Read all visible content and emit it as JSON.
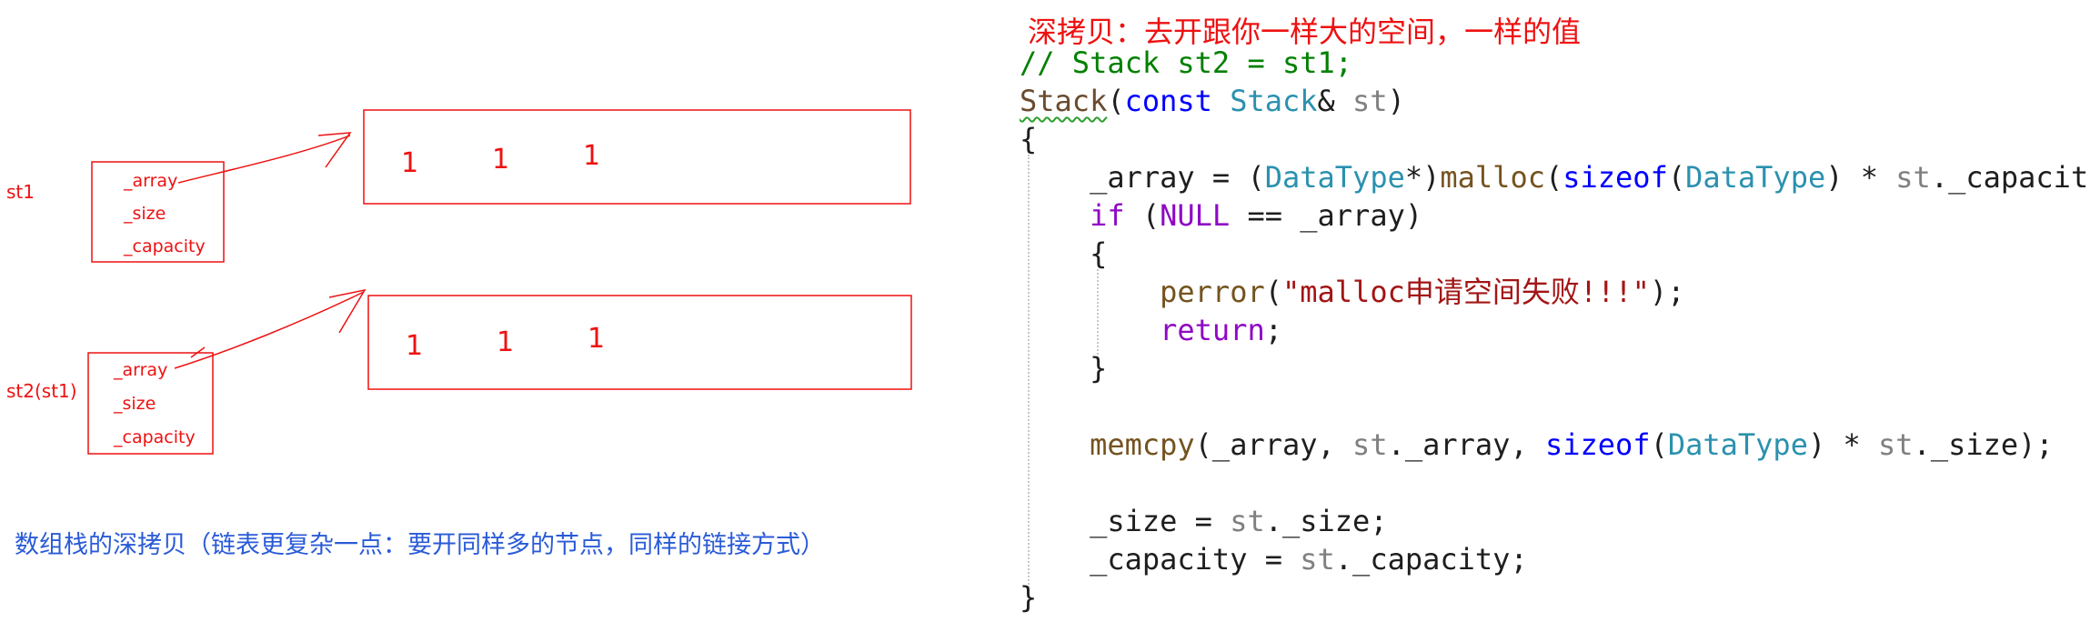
{
  "diagram": {
    "st1": {
      "label": "st1",
      "fields": [
        "_array",
        "_size",
        "_capacity"
      ],
      "values": [
        "1",
        "1",
        "1"
      ]
    },
    "st2": {
      "label": "st2(st1)",
      "fields": [
        "_array",
        "_size",
        "_capacity"
      ],
      "values": [
        "1",
        "1",
        "1"
      ]
    },
    "caption": "数组栈的深拷贝（链表更复杂一点：要开同样多的节点，同样的链接方式）"
  },
  "code": {
    "title": "深拷贝：去开跟你一样大的空间，一样的值",
    "lines": [
      [
        {
          "t": "// Stack st2 = st1;",
          "c": "comment"
        }
      ],
      [
        {
          "t": "Stack",
          "c": "typename squiggle"
        },
        {
          "t": "("
        },
        {
          "t": "const",
          "c": "keyword"
        },
        {
          "t": " "
        },
        {
          "t": "Stack",
          "c": "type"
        },
        {
          "t": "& "
        },
        {
          "t": "st",
          "c": "param"
        },
        {
          "t": ")"
        }
      ],
      [
        {
          "t": "{"
        }
      ],
      [
        {
          "t": "    _array = ("
        },
        {
          "t": "DataType",
          "c": "type"
        },
        {
          "t": "*)"
        },
        {
          "t": "malloc",
          "c": "func"
        },
        {
          "t": "("
        },
        {
          "t": "sizeof",
          "c": "keyword"
        },
        {
          "t": "("
        },
        {
          "t": "DataType",
          "c": "type"
        },
        {
          "t": ") * "
        },
        {
          "t": "st",
          "c": "param"
        },
        {
          "t": "._capacity);"
        }
      ],
      [
        {
          "t": "    "
        },
        {
          "t": "if",
          "c": "flow"
        },
        {
          "t": " ("
        },
        {
          "t": "NULL",
          "c": "flow"
        },
        {
          "t": " == _array)"
        }
      ],
      [
        {
          "t": "    {"
        }
      ],
      [
        {
          "t": "        "
        },
        {
          "t": "perror",
          "c": "func"
        },
        {
          "t": "("
        },
        {
          "t": "\"malloc申请空间失败!!!\"",
          "c": "string"
        },
        {
          "t": ");"
        }
      ],
      [
        {
          "t": "        "
        },
        {
          "t": "return",
          "c": "flow"
        },
        {
          "t": ";"
        }
      ],
      [
        {
          "t": "    }"
        }
      ],
      [
        {
          "t": ""
        }
      ],
      [
        {
          "t": "    "
        },
        {
          "t": "memcpy",
          "c": "func"
        },
        {
          "t": "(_array, "
        },
        {
          "t": "st",
          "c": "param"
        },
        {
          "t": "._array, "
        },
        {
          "t": "sizeof",
          "c": "keyword"
        },
        {
          "t": "("
        },
        {
          "t": "DataType",
          "c": "type"
        },
        {
          "t": ") * "
        },
        {
          "t": "st",
          "c": "param"
        },
        {
          "t": "._size);"
        }
      ],
      [
        {
          "t": ""
        }
      ],
      [
        {
          "t": "    _size = "
        },
        {
          "t": "st",
          "c": "param"
        },
        {
          "t": "._size;"
        }
      ],
      [
        {
          "t": "    _capacity = "
        },
        {
          "t": "st",
          "c": "param"
        },
        {
          "t": "._capacity;"
        }
      ],
      [
        {
          "t": "}"
        }
      ]
    ]
  },
  "colors": {
    "annotation": "#ee1111",
    "caption": "#2a5bd7",
    "comment": "#008000",
    "type": "#2b91af",
    "keyword": "#0000ff",
    "flow": "#8f08c4",
    "string": "#a31515"
  }
}
